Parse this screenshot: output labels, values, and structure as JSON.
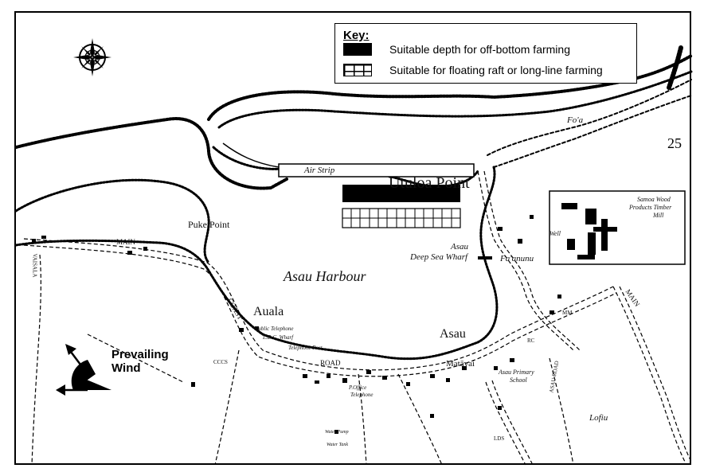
{
  "key": {
    "title": "Key:",
    "items": [
      {
        "label": "Suitable depth for off-bottom farming",
        "swatch": "solid"
      },
      {
        "label": "Suitable for floating raft or long-line farming",
        "swatch": "grid"
      }
    ]
  },
  "wind_label": "Prevailing Wind",
  "compass_icon": "compass-rose-icon",
  "grid_number": "25",
  "colors": {
    "ink": "#000000",
    "paper": "#ffffff"
  },
  "places": {
    "utuloa_point": "Utuloa Point",
    "asau_harbour": "Asau Harbour",
    "auala": "Auala",
    "asau": "Asau",
    "puke_point": "Puke Point",
    "air_strip": "Air Strip",
    "asau_deep_sea_wharf_1": "Asau",
    "asau_deep_sea_wharf_2": "Deep Sea Wharf",
    "faanunu": "Fa'anunu",
    "foa": "Fo'a",
    "matavai": "Matāvai",
    "lofiu": "Lofiu",
    "timber_mill_1": "Samoa Wood",
    "timber_mill_2": "Products Timber",
    "timber_mill_3": "Mill",
    "well": "Well",
    "main_road_w": "MAIN",
    "main_road_e": "MAIN",
    "coast_road": "COAST",
    "road": "ROAD",
    "public_telephone": "Public Telephone",
    "ldc_wharf": "L.D.C. Wharf",
    "telephone_post": "Telephone Post",
    "post_office": "P.Office",
    "telephone": "Telephone",
    "asau_primary_1": "Asau Primary",
    "asau_primary_2": "School",
    "water_pump": "Water Pump",
    "water_tank": "Water Tank",
    "vaisala": "VAISALA",
    "mm": "MM",
    "rc": "RC",
    "ccs": "CCCS",
    "lds": "LDS",
    "asau_road": "ASAU ROAD"
  }
}
